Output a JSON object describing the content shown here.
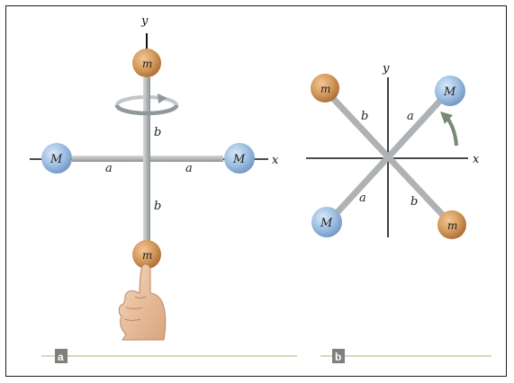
{
  "panel_a": {
    "badge": "a",
    "axis_y": "y",
    "axis_x": "x",
    "mass_top": "m",
    "mass_bottom": "m",
    "mass_left": "M",
    "mass_right": "M",
    "dist_left": "a",
    "dist_right": "a",
    "dist_top": "b",
    "dist_bottom": "b"
  },
  "panel_b": {
    "badge": "b",
    "axis_y": "y",
    "axis_x": "x",
    "mass_upper_left": "m",
    "mass_upper_right": "M",
    "mass_lower_left": "M",
    "mass_lower_right": "m",
    "dist_upper_left": "b",
    "dist_upper_right": "a",
    "dist_lower_left": "a",
    "dist_lower_right": "b"
  },
  "colors": {
    "mass_light": "#a3c4e6",
    "mass_copper": "#d49a5c",
    "rod": "#aeb2b4",
    "axis": "#111111",
    "panel_line": "#c9cfa2",
    "badge_bg": "#7f7f7f",
    "arrow": "#7a8a72"
  },
  "icons": {
    "rotation_arrow": "curved-rotation-arrow-icon",
    "finger": "pointing-finger-icon"
  }
}
